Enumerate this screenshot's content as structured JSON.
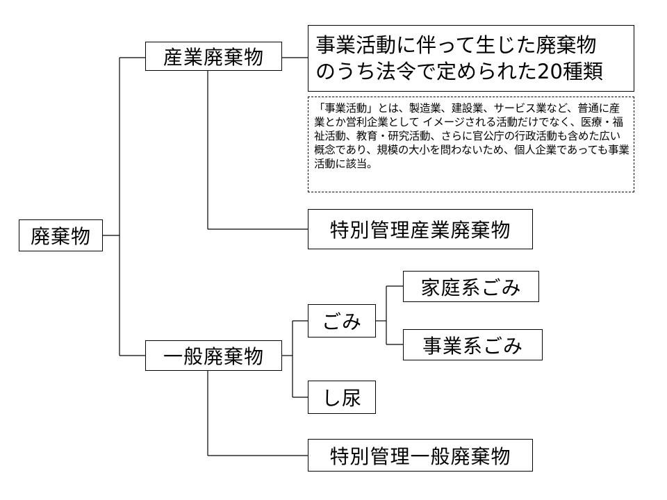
{
  "nodes": {
    "haikibutsu": "廃棄物",
    "sangyo_haikibutsu": "産業廃棄物",
    "sangyo_definition_line1": "事業活動に伴って生じた廃棄物",
    "sangyo_definition_line2": "のうち法令で定められた20種類",
    "jigyo_katsudo_note": "「事業活動」とは、製造業、建設業、サービス業など、普通に産業とか営利企業として イメージされる活動だけでなく、医療・福祉活動、教育・研究活動、さらに官公庁の行政活動も含めた広い概念であり、規模の大小を問わないため、個人企業であっても事業活動に該当。",
    "tokubetsu_sangyo": "特別管理産業廃棄物",
    "ippan_haikibutsu": "一般廃棄物",
    "gomi": "ごみ",
    "katei_gomi": "家庭系ごみ",
    "jigyo_gomi": "事業系ごみ",
    "shinyo": "し尿",
    "tokubetsu_ippan": "特別管理一般廃棄物"
  }
}
